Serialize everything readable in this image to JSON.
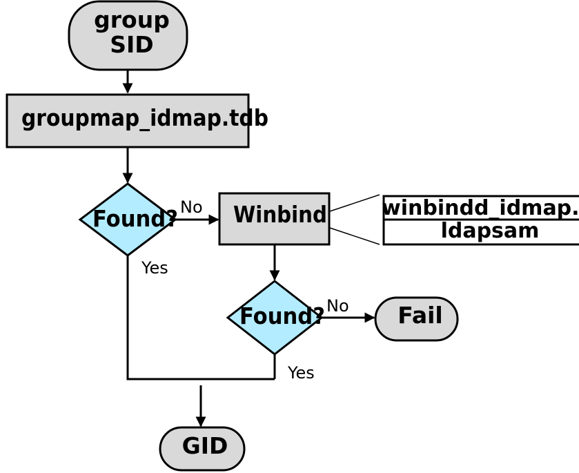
{
  "colors": {
    "process_fill": "#d9d9d9",
    "decision_fill": "#b3ecff",
    "stroke": "#000000",
    "background": "#ffffff"
  },
  "nodes": {
    "start": {
      "line1": "group",
      "line2": "SID"
    },
    "groupmap": {
      "label": "groupmap_idmap.tdb"
    },
    "found1": {
      "label": "Found?"
    },
    "winbind": {
      "label": "Winbind"
    },
    "backends": {
      "line1": "winbindd_idmap.",
      "line2": "ldapsam"
    },
    "found2": {
      "label": "Found?"
    },
    "fail": {
      "label": "Fail"
    },
    "gid": {
      "label": "GID"
    }
  },
  "edges": {
    "found1_no": "No",
    "found1_yes": "Yes",
    "found2_no": "No",
    "found2_yes": "Yes"
  }
}
